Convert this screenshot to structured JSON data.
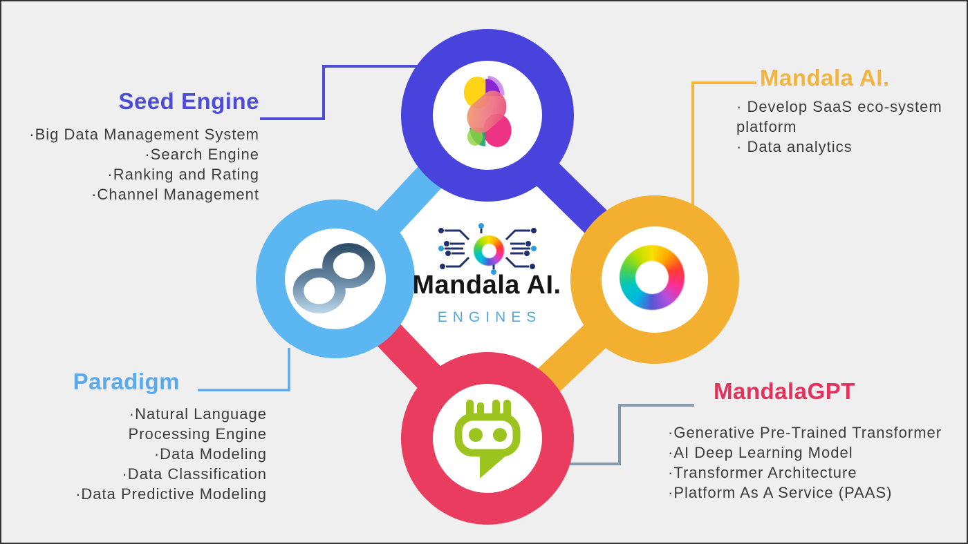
{
  "title": "Mandala AI Engines infographic",
  "center_logo": {
    "brand": "Mandala AI.",
    "subtitle": "ENGINES",
    "icon": "circuit-chip-rainbow-ring-icon"
  },
  "blocks": {
    "seed": {
      "heading": "Seed Engine",
      "lines": [
        "·Big Data Management System",
        "·Search Engine",
        "·Ranking and Rating",
        "·Channel Management"
      ],
      "icon": "colorful-s-mark-icon"
    },
    "mandala": {
      "heading": "Mandala AI.",
      "lines": [
        "· Develop SaaS eco-system",
        "platform",
        "· Data analytics"
      ],
      "icon": "rainbow-swirl-ring-icon"
    },
    "paradigm": {
      "heading": "Paradigm",
      "lines": [
        "·Natural Language",
        "Processing Engine",
        "·Data Modeling",
        "·Data Classification",
        "·Data Predictive Modeling"
      ],
      "icon": "infinity-icon"
    },
    "gpt": {
      "heading": "MandalaGPT",
      "lines": [
        "·Generative Pre-Trained Transformer",
        "·AI Deep Learning Model",
        "·Transformer Architecture",
        "·Platform As A Service (PAAS)"
      ],
      "icon": "robot-chat-bubble-icon"
    }
  },
  "colors": {
    "background": "#efeff0",
    "frame_border": "#333333",
    "body_text": "#3c3c3c",
    "seed_heading": "#4d4cd8",
    "seed_circle": "#4743dc",
    "paradigm_heading": "#5aa9ea",
    "paradigm_circle": "#5cb6f2",
    "mandala_heading": "#f0b43f",
    "mandala_circle": "#f3af2f",
    "gpt_heading": "#e5325c",
    "gpt_circle": "#ea3c5e",
    "gpt_connector": "#8599ad",
    "engines_text": "#58a8d8",
    "robot_green": "#9cc41e"
  }
}
